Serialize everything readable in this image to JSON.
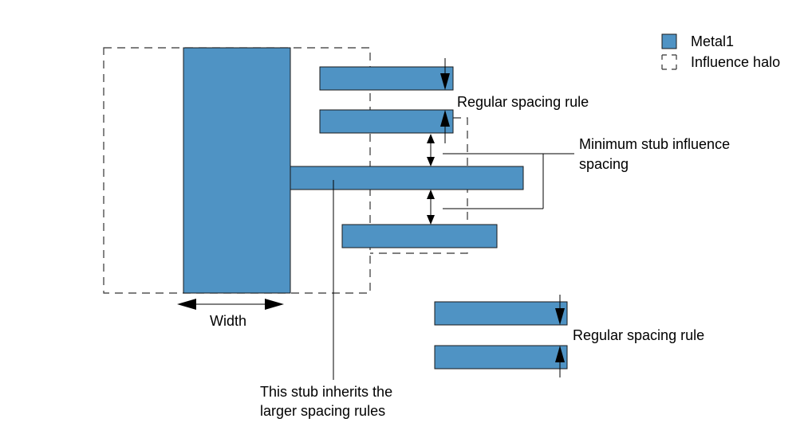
{
  "legend": {
    "items": [
      {
        "label": "Metal1",
        "swatch": "metal-swatch",
        "color": "#4f93c4"
      },
      {
        "label": "Influence halo",
        "swatch": "dashed-box"
      }
    ]
  },
  "labels": {
    "width": "Width",
    "regular_spacing_top": "Regular spacing rule",
    "regular_spacing_bottom": "Regular spacing rule",
    "min_stub_line1": "Minimum stub influence",
    "min_stub_line2": "spacing",
    "stub_note_line1": "This stub inherits the",
    "stub_note_line2": "larger spacing rules"
  },
  "colors": {
    "metal_fill": "#4f93c4",
    "outline": "#1a1a1a",
    "halo_stroke": "#333333"
  }
}
